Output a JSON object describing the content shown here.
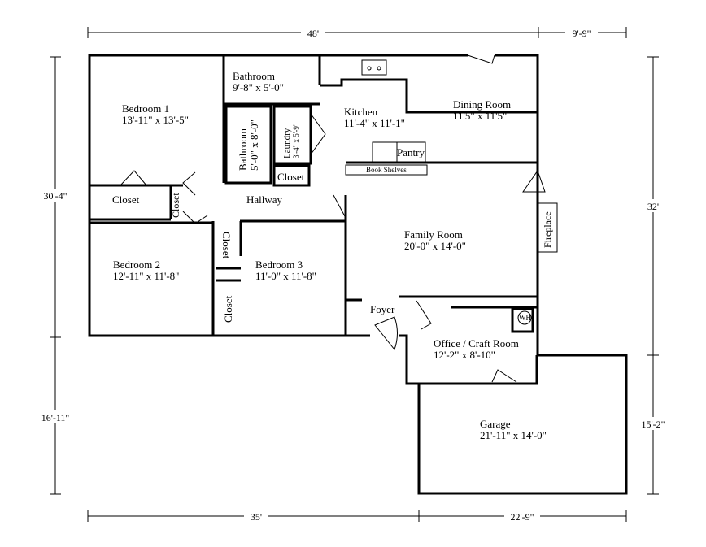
{
  "dimensions": {
    "top_main": "48'",
    "top_right": "9'-9\"",
    "left_upper": "30'-4\"",
    "left_lower": "16'-11\"",
    "right_upper": "32'",
    "right_lower": "15'-2\"",
    "bottom_left": "35'",
    "bottom_right": "22'-9\""
  },
  "rooms": {
    "bedroom1": {
      "name": "Bedroom 1",
      "size": "13'-11\" x 13'-5\""
    },
    "bathroom1": {
      "name": "Bathroom",
      "size": "9'-8\" x 5'-0\""
    },
    "bathroom2": {
      "name": "Bathroom",
      "size": "5'-0\" x 8'-0\""
    },
    "laundry": {
      "name": "Laundry",
      "size": "3'-4\" x 5'-9\""
    },
    "kitchen": {
      "name": "Kitchen",
      "size": "11'-4\" x 11'-1\""
    },
    "dining": {
      "name": "Dining Room",
      "size": "11'5\" x 11'5\""
    },
    "family": {
      "name": "Family Room",
      "size": "20'-0\" x 14'-0\""
    },
    "bedroom2": {
      "name": "Bedroom 2",
      "size": "12'-11\" x 11'-8\""
    },
    "bedroom3": {
      "name": "Bedroom 3",
      "size": "11'-0\" x 11'-8\""
    },
    "office": {
      "name": "Office / Craft Room",
      "size": "12'-2\" x 8'-10\""
    },
    "garage": {
      "name": "Garage",
      "size": "21'-11\" x 14'-0\""
    }
  },
  "labels": {
    "closet": "Closet",
    "hallway": "Hallway",
    "pantry": "Pantry",
    "book_shelves": "Book Shelves",
    "fireplace": "Fireplace",
    "foyer": "Foyer",
    "water_heater": "WH"
  }
}
